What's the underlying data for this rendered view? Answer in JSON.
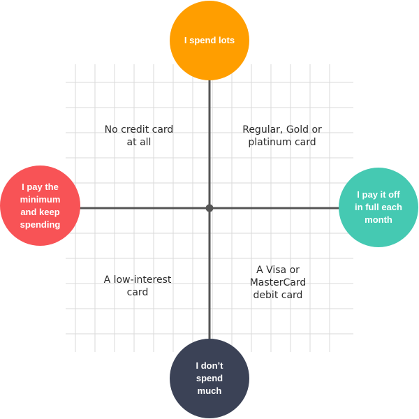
{
  "axes": {
    "top": {
      "label": "I spend lots",
      "color": "#FF9E00"
    },
    "bottom": {
      "label": "I don’t\nspend\nmuch",
      "color": "#3B4256"
    },
    "left": {
      "label": "I pay the\nminimum\nand keep\nspending",
      "color": "#F85356"
    },
    "right": {
      "label": "I pay it off\nin full each\nmonth",
      "color": "#45C9B2"
    }
  },
  "quadrants": {
    "top_left": "No credit card\nat all",
    "top_right": "Regular, Gold or\nplatinum card",
    "bottom_left": "A low-interest\ncard",
    "bottom_right": "A Visa or\nMasterCard\ndebit card"
  },
  "colors": {
    "axis_line": "#555555",
    "grid_line": "#DADADA",
    "center_dot": "#555555"
  }
}
